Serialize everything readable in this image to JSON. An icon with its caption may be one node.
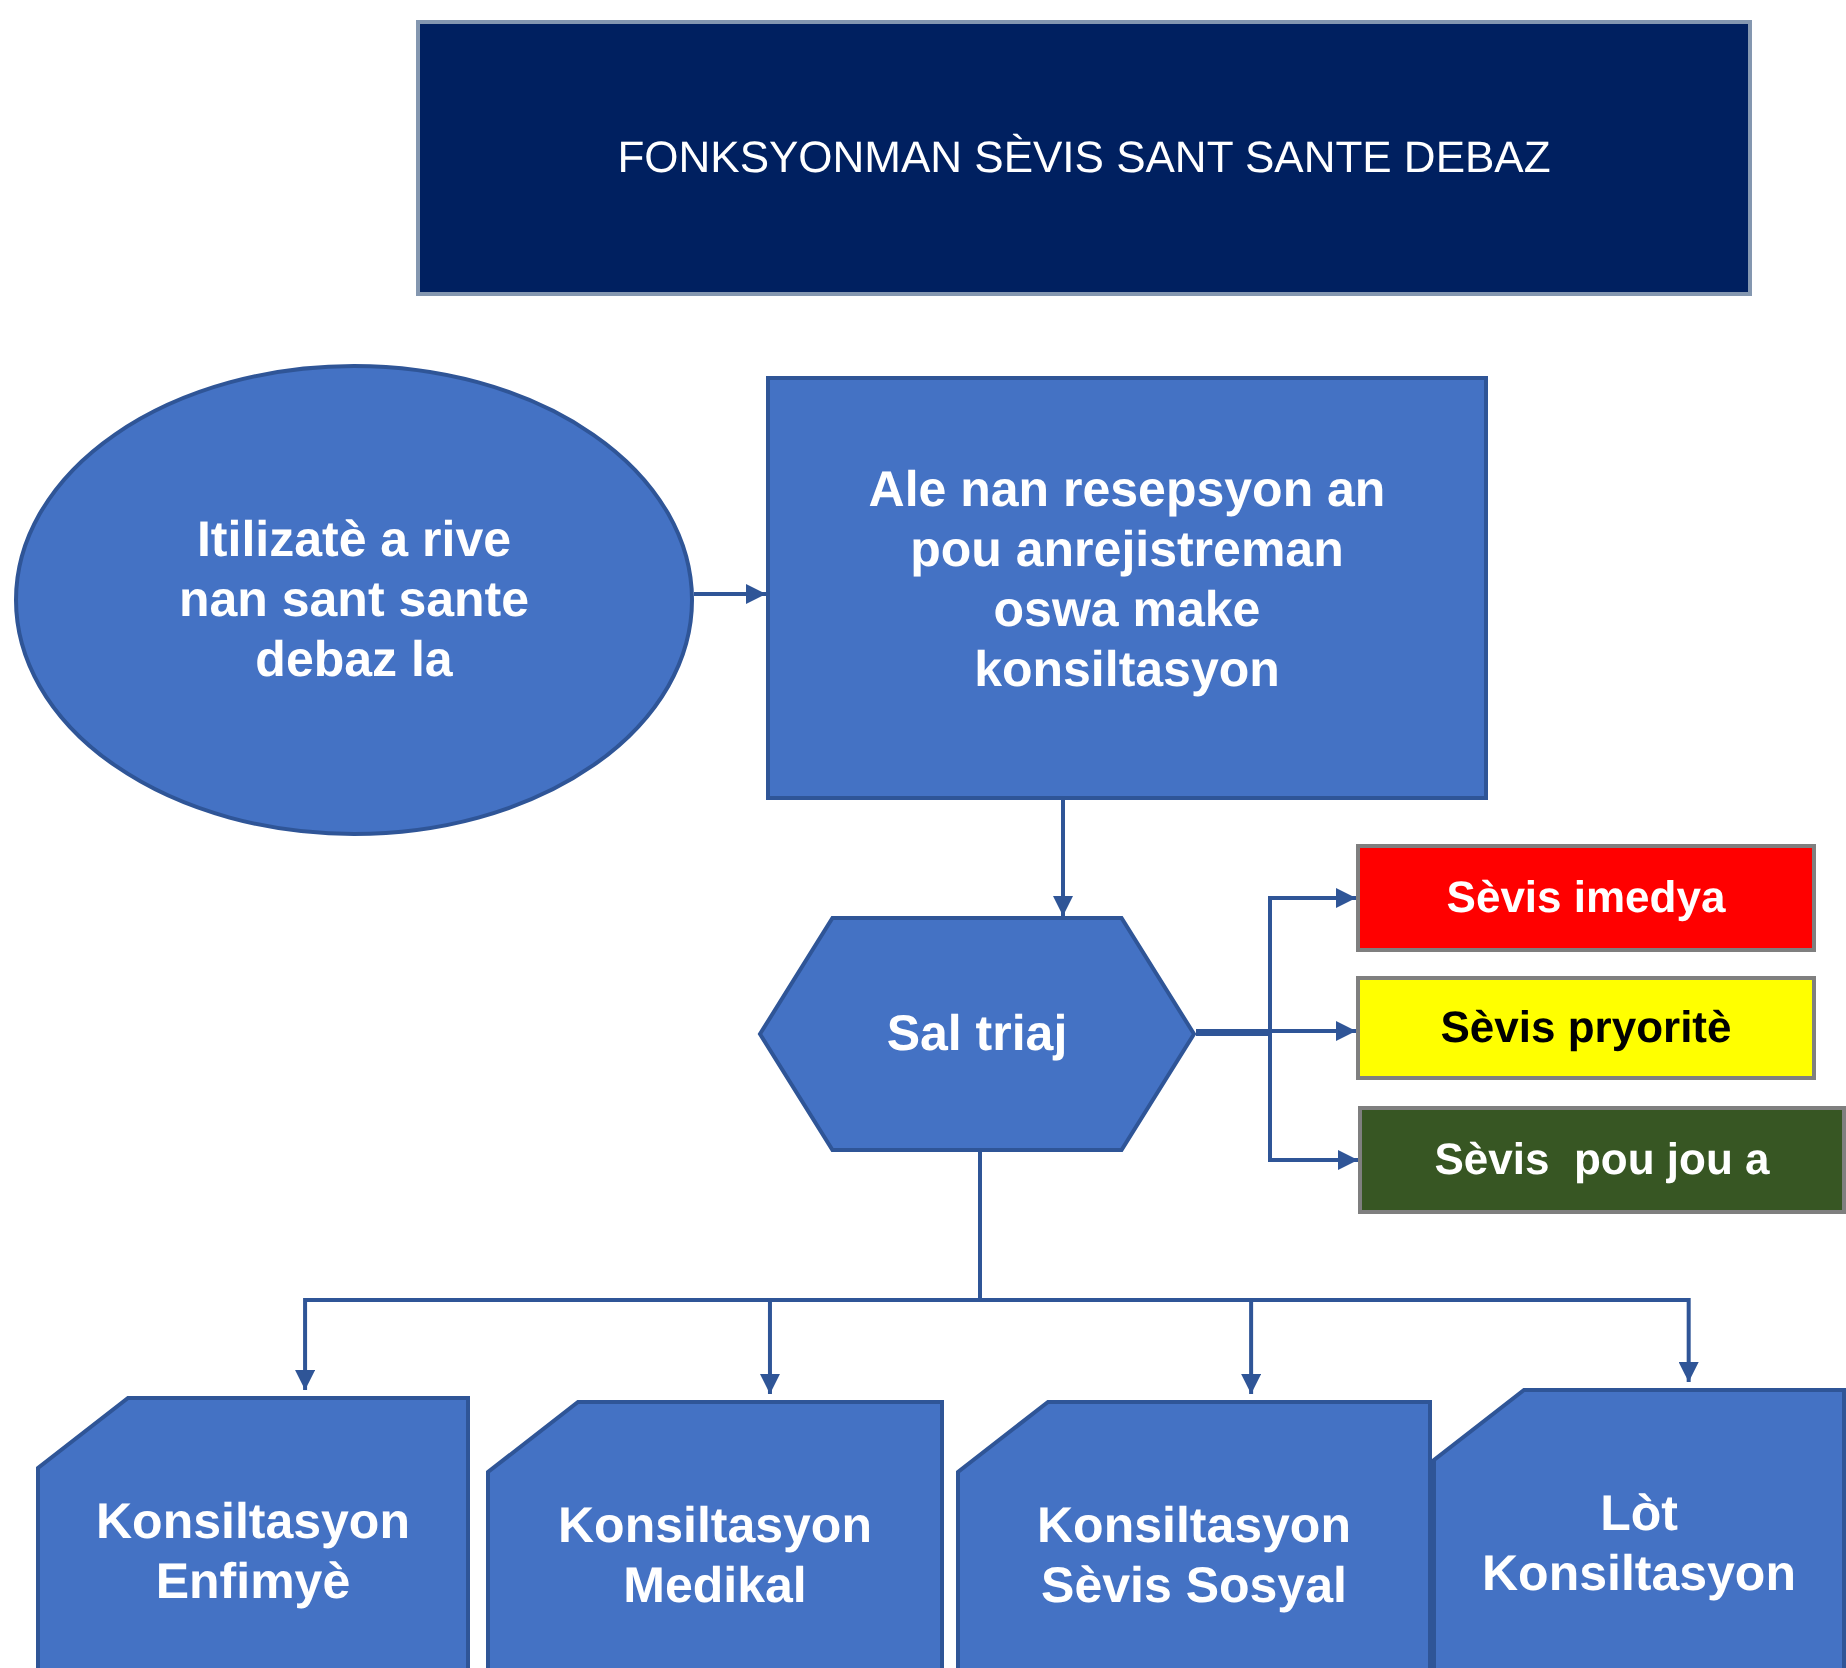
{
  "diagram": {
    "title": "FONKSYONMAN SÈVIS SANT SANTE DEBAZ",
    "nodes": [
      {
        "text": [
          "Itilizatè a rive nan sant sante debaz la"
        ]
      },
      {
        "text": [
          "Ale nan resepsyon an pou anrejistreman oswa make konsiltasyon"
        ]
      },
      {
        "text": [
          "Sal triaj"
        ]
      },
      {
        "text": [
          "Sèvis imedya"
        ]
      },
      {
        "text": [
          "Sèvis pryoritè"
        ]
      },
      {
        "text": [
          "Sèvis  pou jou a"
        ]
      },
      {
        "text": [
          "Konsiltasyon Enfimyè"
        ]
      },
      {
        "text": [
          "Konsiltasyon Medikal"
        ]
      },
      {
        "text": [
          "Konsiltasyon Sèvis Sosyal"
        ]
      },
      {
        "text": [
          "Lòt Konsiltasyon"
        ]
      }
    ],
    "edges": [
      {
        "from": 0,
        "to": 1,
        "arrow": "to"
      },
      {
        "from": 1,
        "to": 2,
        "arrow": "to"
      },
      {
        "from": 2,
        "to": 3,
        "arrow": "to"
      },
      {
        "from": 2,
        "to": 4,
        "arrow": "to"
      },
      {
        "from": 2,
        "to": 5,
        "arrow": "to"
      },
      {
        "from": 2,
        "to": 6,
        "arrow": "to"
      },
      {
        "from": 2,
        "to": 7,
        "arrow": "to"
      },
      {
        "from": 2,
        "to": 8,
        "arrow": "to"
      },
      {
        "from": 2,
        "to": 9,
        "arrow": "to"
      }
    ]
  }
}
